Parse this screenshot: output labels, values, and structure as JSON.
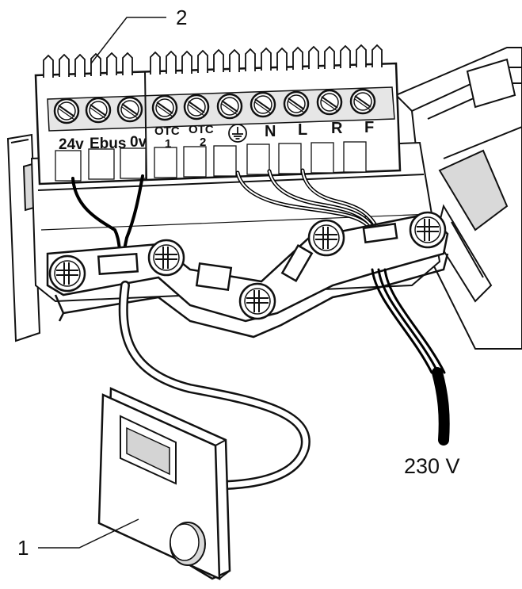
{
  "callouts": {
    "one": "1",
    "two": "2"
  },
  "terminals": {
    "v24": "24v",
    "ebus": "Ebus",
    "v0": "0v",
    "otc1_top": "OTC",
    "otc1_num": "1",
    "otc2_top": "OTC",
    "otc2_num": "2",
    "n": "N",
    "l": "L",
    "r": "R",
    "f": "F"
  },
  "mains_voltage": "230 V",
  "icons": {
    "earth": "earth-ground-icon",
    "screw": "screw-head-icon"
  },
  "colors": {
    "line": "#111111",
    "fill": "#ffffff",
    "shade": "#d9d9d9",
    "dark_shade": "#bdbdbd",
    "cable": "#000000"
  }
}
